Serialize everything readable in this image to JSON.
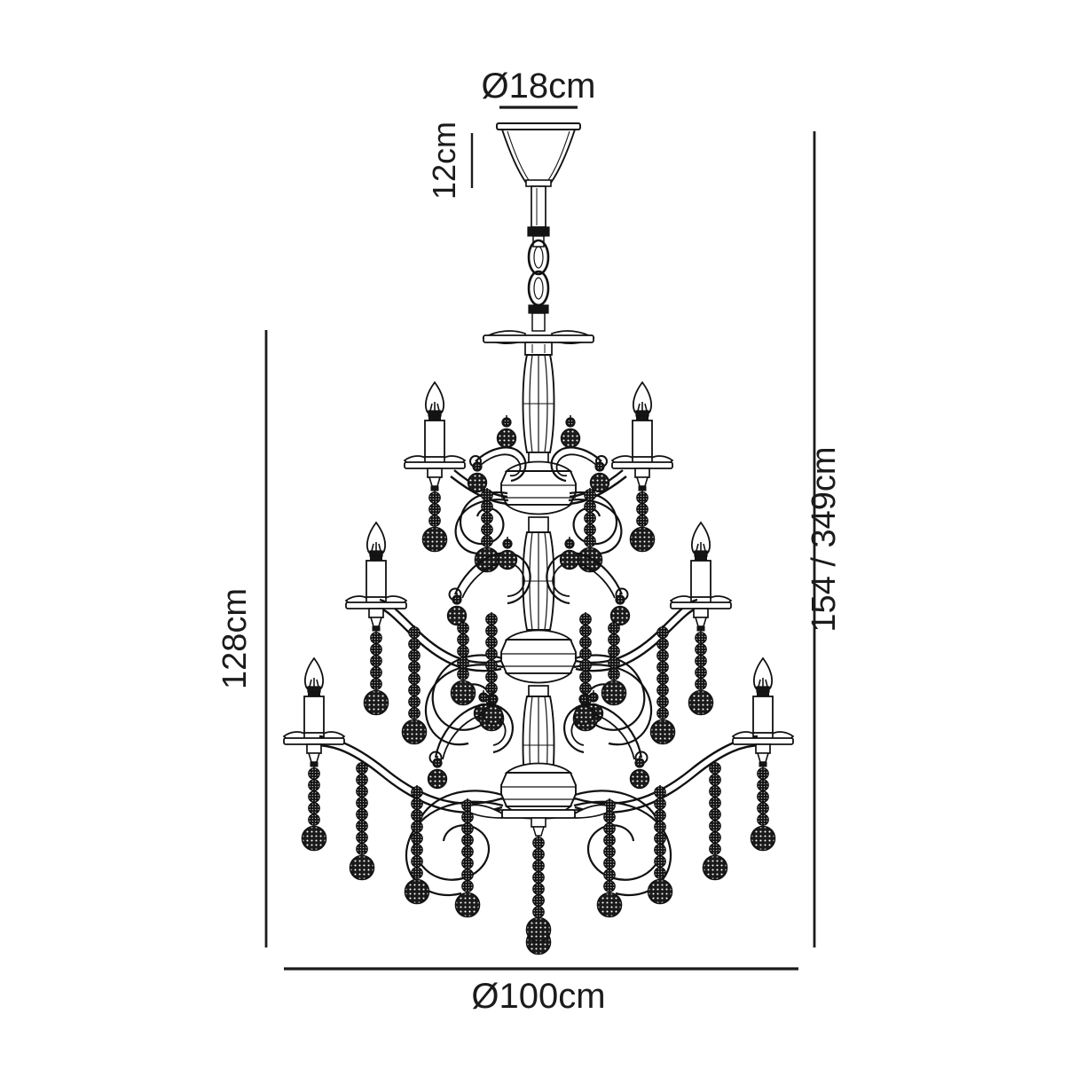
{
  "diagram": {
    "type": "product-dimension-drawing",
    "subject": "chandelier",
    "background_color": "#ffffff",
    "line_color": "#1b1b1b",
    "fill_color": "#1a1a1a"
  },
  "dimensions": {
    "top_diameter": {
      "label": "Ø18cm",
      "name": "ceiling-rose-diameter",
      "value": 18,
      "unit": "cm"
    },
    "canopy_height": {
      "label": "12cm",
      "name": "canopy-height",
      "value": 12,
      "unit": "cm",
      "orientation": "vertical"
    },
    "body_height": {
      "label": "128cm",
      "name": "fitting-height",
      "value": 128,
      "unit": "cm",
      "orientation": "vertical"
    },
    "total_height": {
      "label": "154 / 349cm",
      "name": "overall-height-range",
      "min": 154,
      "max": 349,
      "unit": "cm",
      "orientation": "vertical"
    },
    "bottom_diameter": {
      "label": "Ø100cm",
      "name": "fitting-diameter",
      "value": 100,
      "unit": "cm"
    }
  },
  "fixture": {
    "tiers": [
      {
        "name": "upper-tier",
        "candle_arms": 2,
        "scroll_arms": 2
      },
      {
        "name": "middle-tier",
        "candle_arms": 2,
        "scroll_arms": 2
      },
      {
        "name": "lower-tier",
        "candle_arms": 2,
        "scroll_arms": 2
      }
    ],
    "chain_links": 3,
    "parts": [
      "ceiling-rose",
      "canopy",
      "suspension-chain",
      "central-column",
      "candle-arm",
      "scroll-arm",
      "bobeche",
      "crystal-ball-drop",
      "bead-strand",
      "bottom-finial"
    ]
  }
}
